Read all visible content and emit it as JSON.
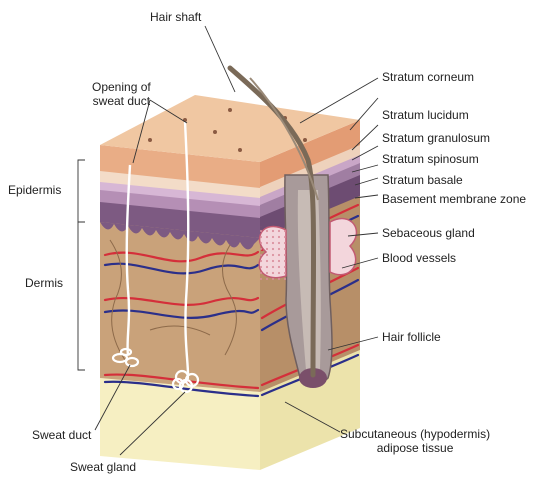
{
  "labels": {
    "hair_shaft": "Hair shaft",
    "opening_sweat_duct": [
      "Opening of",
      "sweat duct"
    ],
    "epidermis": "Epidermis",
    "dermis": "Dermis",
    "stratum_corneum": "Stratum corneum",
    "stratum_lucidum": "Stratum lucidum",
    "stratum_granulosum": "Stratum granulosum",
    "stratum_spinosum": "Stratum spinosum",
    "stratum_basale": "Stratum basale",
    "basement_membrane_zone": "Basement membrane zone",
    "sebaceous_gland": "Sebaceous gland",
    "blood_vessels": "Blood vessels",
    "hair_follicle": "Hair follicle",
    "sweat_duct": "Sweat duct",
    "sweat_gland": "Sweat gland",
    "subcutaneous": [
      "Subcutaneous (hypodermis)",
      "adipose tissue"
    ]
  },
  "colors": {
    "stratum_corneum": "#e9ad86",
    "epidermis_top": "#f0c7a2",
    "lucidum": "#f3dcc8",
    "granulosum": "#d7b7d5",
    "spinosum": "#b58fb5",
    "basale": "#7d5a82",
    "dermis": "#c9a27a",
    "dermis_side": "#b78f68",
    "hypodermis": "#f6efc2",
    "hypodermis_side": "#ece3ab",
    "artery": "#d42f3a",
    "vein": "#2b2f8a",
    "hair": "#7a6a58",
    "follicle": "#a89a9a",
    "sebaceous": "#f3d6dc"
  }
}
